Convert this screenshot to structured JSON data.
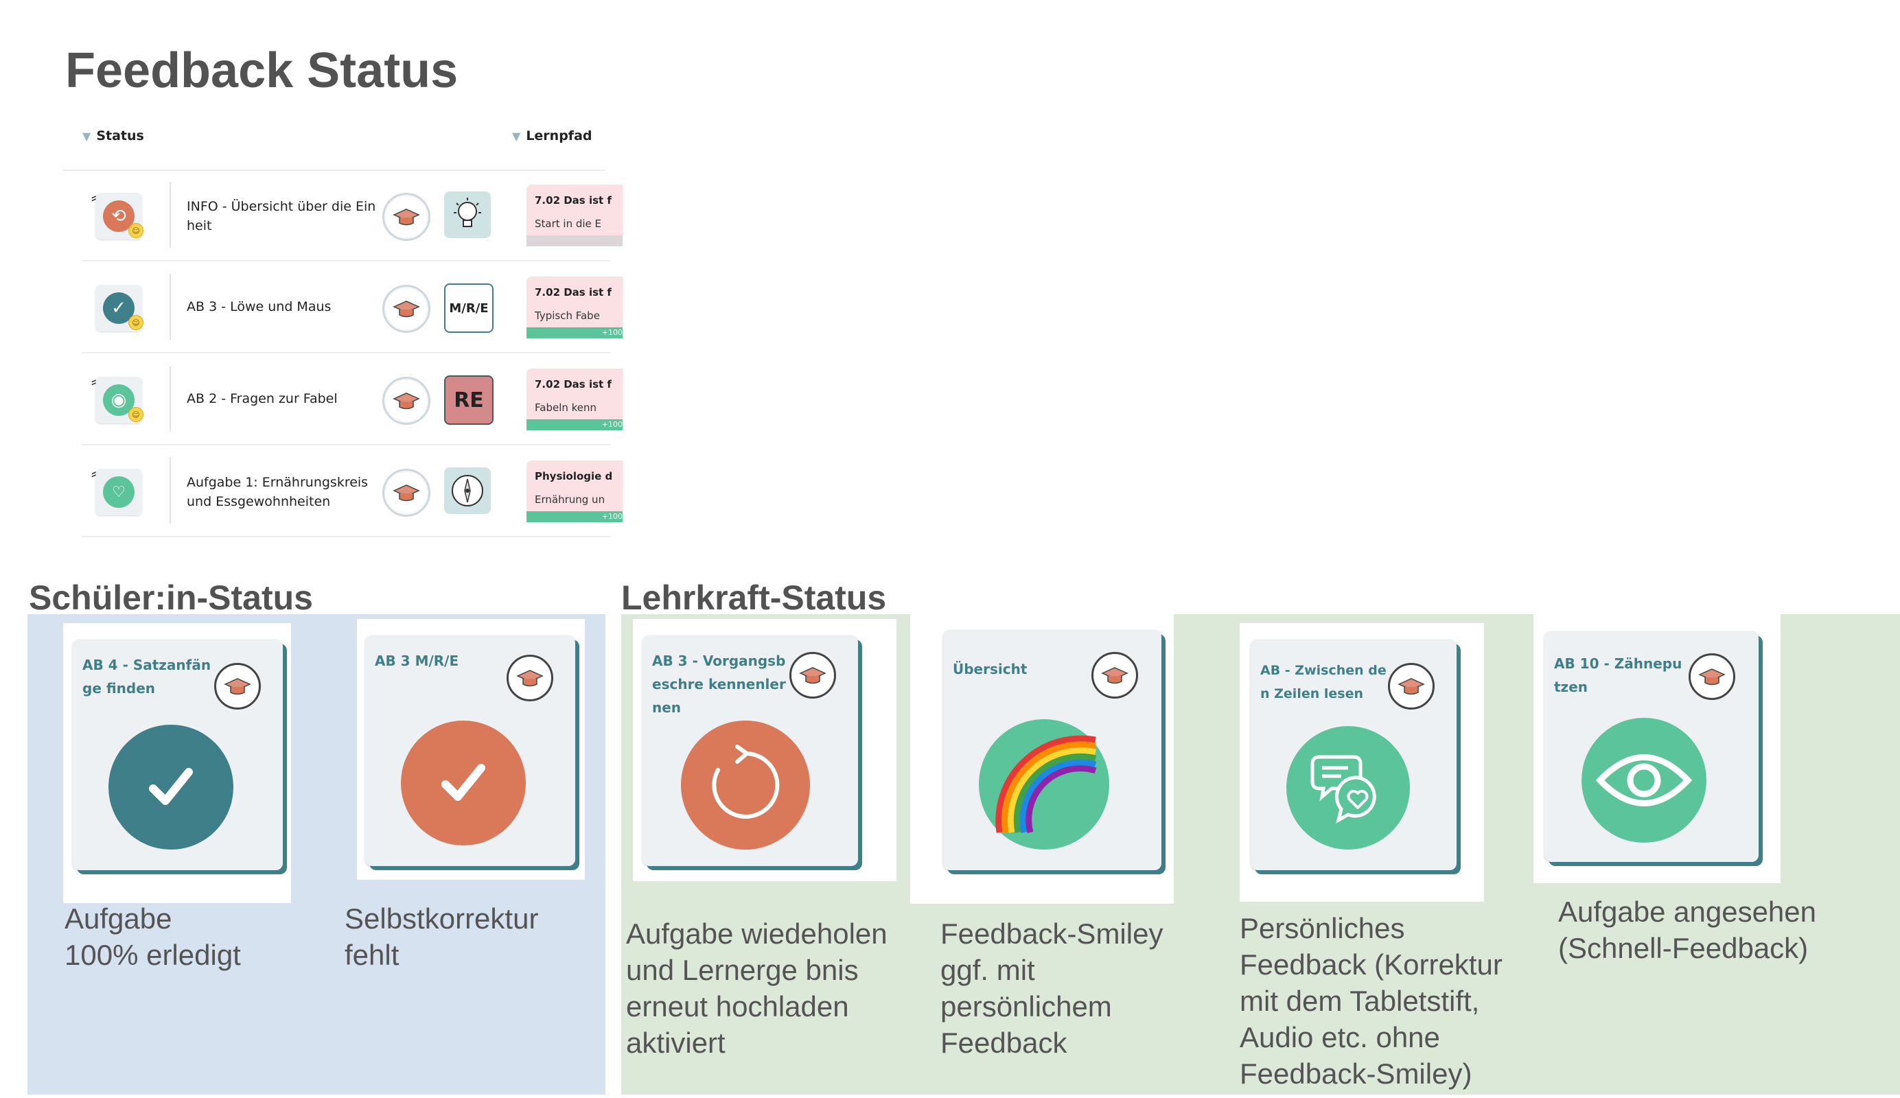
{
  "page": {
    "title": "Feedback Status"
  },
  "table": {
    "headers": {
      "status": "Status",
      "lernpfad": "Lernpfad"
    },
    "rows": [
      {
        "status_icon": "rotate-ccw-icon",
        "status_color": "#d9795a",
        "title": "INFO - Übersicht über die Einheit",
        "type_icon": "lightbulb-icon",
        "lp_title": "7.02 Das ist f",
        "lp_sub": "Start in die E",
        "lp_progress": ""
      },
      {
        "status_icon": "check-icon",
        "status_color": "#3f7f89",
        "title": "AB 3 - Löwe und Maus",
        "type_icon": "mre-icon",
        "type_text": "M/R/E",
        "lp_title": "7.02 Das ist f",
        "lp_sub": "Typisch Fabe",
        "lp_progress": "+100"
      },
      {
        "status_icon": "eye-icon",
        "status_color": "#5cc49a",
        "title": "AB 2 - Fragen zur Fabel",
        "type_icon": "re-icon",
        "type_text": "RE",
        "lp_title": "7.02 Das ist f",
        "lp_sub": "Fabeln kenn",
        "lp_progress": "+100"
      },
      {
        "status_icon": "chat-heart-icon",
        "status_color": "#5cc49a",
        "title": "Aufgabe 1: Ernährungskreis und Essgewohnheiten",
        "type_icon": "compass-icon",
        "lp_title": "Physiologie d",
        "lp_sub": "Ernährung un",
        "lp_progress": "+100"
      }
    ]
  },
  "sections": {
    "schueler": "Schüler:in-Status",
    "lehrkraft": "Lehrkraft-Status"
  },
  "cards": [
    {
      "title": "AB 4 - Satzanfänge finden",
      "icon": "check-icon",
      "color": "#3f7f89",
      "caption_lines": [
        "Aufgabe",
        "100% erledigt"
      ]
    },
    {
      "title": "AB 3 M/R/E",
      "icon": "check-icon",
      "color": "#d9795a",
      "caption_lines": [
        "Selbstkorrektur",
        "fehlt"
      ]
    },
    {
      "title": "AB 3 - Vorgangsbeschre kennenlernen",
      "icon": "rotate-ccw-icon",
      "color": "#d9795a",
      "caption_lines": [
        "Aufgabe wiedeholen",
        "und Lernerge bnis",
        "erneut hochladen",
        "aktiviert"
      ]
    },
    {
      "title": "Übersicht",
      "icon": "rainbow-icon",
      "color": "#5cc49a",
      "caption_lines": [
        "Feedback-Smiley",
        "ggf. mit",
        "persönlichem",
        "Feedback"
      ]
    },
    {
      "title": "AB - Zwischen den Zeilen lesen",
      "icon": "chat-heart-icon",
      "color": "#5cc49a",
      "caption_lines": [
        "Persönliches",
        "Feedback (Korrektur",
        "mit dem Tabletstift,",
        "Audio etc. ohne",
        "Feedback-Smiley)"
      ]
    },
    {
      "title": "AB 10 - Zähneputzen",
      "icon": "eye-icon",
      "color": "#5cc49a",
      "caption_lines": [
        "Aufgabe angesehen",
        "(Schnell-Feedback)"
      ]
    }
  ]
}
